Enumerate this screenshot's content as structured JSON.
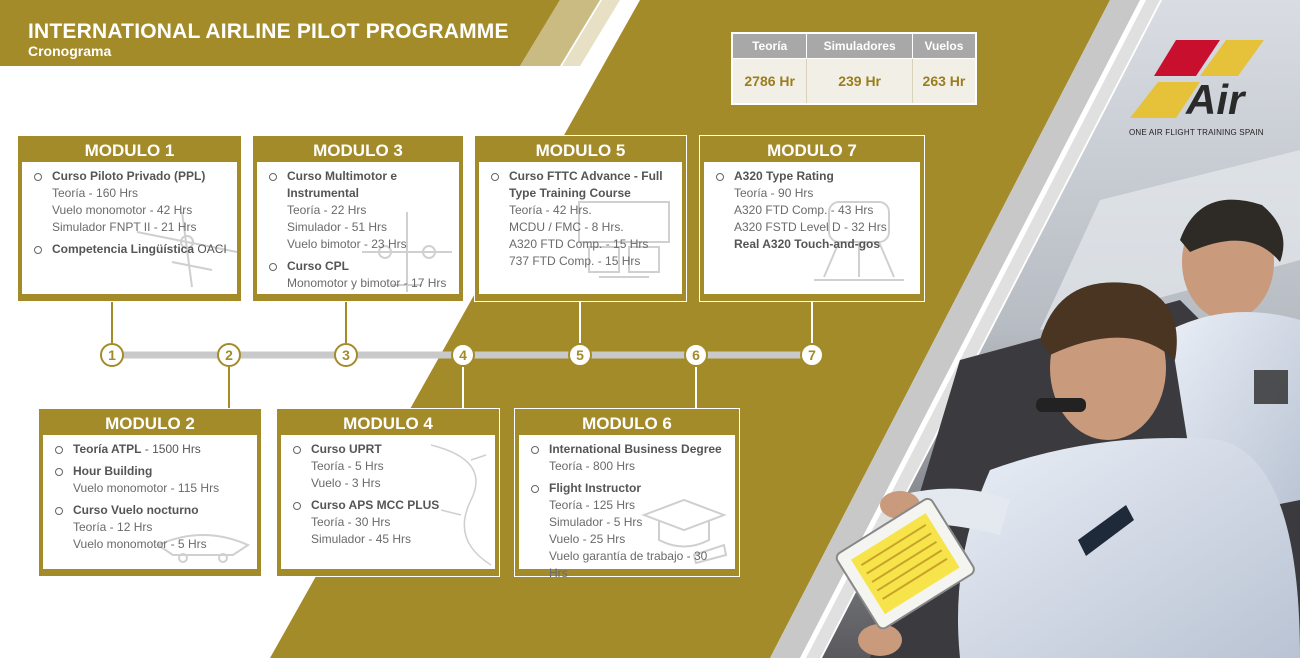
{
  "header": {
    "title": "INTERNATIONAL AIRLINE PILOT PROGRAMME",
    "subtitle": "Cronograma"
  },
  "stats": {
    "headers": [
      "Teoría",
      "Simuladores",
      "Vuelos"
    ],
    "values": [
      "2786 Hr",
      "239 Hr",
      "263 Hr"
    ]
  },
  "logo": {
    "brand": "Air",
    "tagline": "ONE AIR FLIGHT TRAINING SPAIN"
  },
  "colors": {
    "gold": "#a48b2a",
    "gold_dark": "#9a7d1c",
    "grey": "#a8a8a8"
  },
  "timeline": {
    "steps": [
      "1",
      "2",
      "3",
      "4",
      "5",
      "6",
      "7"
    ]
  },
  "modules": [
    {
      "title": "MODULO 1",
      "groups": [
        {
          "title": "Curso Piloto Privado (PPL)",
          "items": [
            "Teoría - 160 Hrs",
            "Vuelo monomotor - 42 Hrs",
            "Simulador FNPT II - 21 Hrs"
          ]
        },
        {
          "title": "Competencia Lingüística",
          "title_suffix": " OACI",
          "items": []
        }
      ]
    },
    {
      "title": "MODULO 2",
      "groups": [
        {
          "title": "Teoría ATPL",
          "title_suffix": " - 1500 Hrs",
          "items": []
        },
        {
          "title": "Hour Building",
          "items": [
            "Vuelo monomotor - 115 Hrs"
          ]
        },
        {
          "title": "Curso Vuelo nocturno",
          "items": [
            "Teoría - 12 Hrs",
            "Vuelo monomotor - 5 Hrs"
          ]
        }
      ]
    },
    {
      "title": "MODULO 3",
      "groups": [
        {
          "title": "Curso Multimotor e Instrumental",
          "items": [
            "Teoría - 22 Hrs",
            "Simulador - 51 Hrs",
            "Vuelo bimotor - 23 Hrs"
          ]
        },
        {
          "title": "Curso CPL",
          "items": [
            "Monomotor y bimotor - 17 Hrs"
          ]
        }
      ]
    },
    {
      "title": "MODULO 4",
      "groups": [
        {
          "title": "Curso UPRT",
          "items": [
            "Teoría - 5 Hrs",
            "Vuelo - 3 Hrs"
          ]
        },
        {
          "title": "Curso APS MCC PLUS",
          "items": [
            "Teoría - 30 Hrs",
            "Simulador - 45 Hrs"
          ]
        }
      ]
    },
    {
      "title": "MODULO 5",
      "groups": [
        {
          "title": "Curso FTTC Advance - Full Type Training Course",
          "items": [
            "Teoría - 42 Hrs.",
            "MCDU / FMC - 8 Hrs.",
            "A320 FTD Comp. - 15 Hrs",
            "737 FTD Comp. - 15 Hrs"
          ]
        }
      ]
    },
    {
      "title": "MODULO 6",
      "groups": [
        {
          "title": "International Business Degree",
          "items": [
            "Teoría - 800 Hrs"
          ]
        },
        {
          "title": "Flight Instructor",
          "items": [
            "Teoría - 125 Hrs",
            "Simulador - 5 Hrs",
            "Vuelo - 25 Hrs",
            "Vuelo garantía de trabajo - 30 Hrs"
          ]
        }
      ]
    },
    {
      "title": "MODULO 7",
      "groups": [
        {
          "title": "A320 Type Rating",
          "items": [
            "Teoría - 90 Hrs",
            "A320 FTD Comp. - 43 Hrs",
            "A320 FSTD Level D - 32 Hrs"
          ]
        },
        {
          "title": "Real A320 Touch-and-gos",
          "items": []
        }
      ]
    }
  ]
}
